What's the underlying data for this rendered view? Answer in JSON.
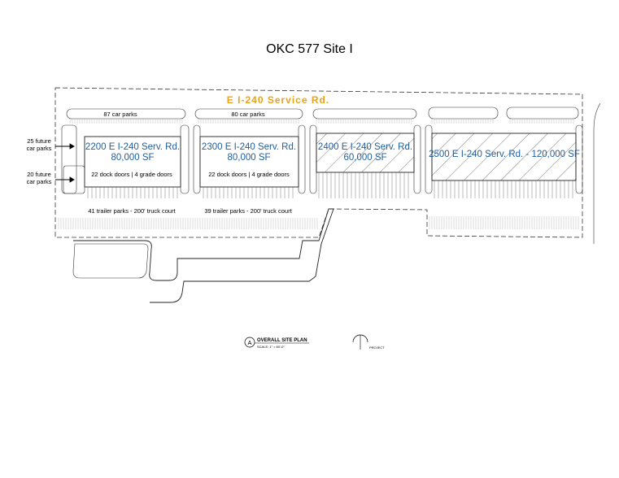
{
  "title": "OKC 577 Site I",
  "road": {
    "name": "E I-240 Service Rd."
  },
  "buildings": [
    {
      "address": "2200 E I-240 Serv. Rd.",
      "area": "80,000 SF",
      "doors": "22 dock doors | 4 grade doors"
    },
    {
      "address": "2300 E I-240 Serv. Rd.",
      "area": "80,000 SF",
      "doors": "22 dock doors | 4 grade doors"
    },
    {
      "address": "2400 E I-240 Serv. Rd.",
      "area": "60,000 SF"
    },
    {
      "address": "2500 E I-240 Serv. Rd. - 120,000 SF"
    }
  ],
  "annotations": {
    "car_parks_1": "87 car parks",
    "car_parks_2": "80 car parks",
    "future_1_line1": "25 future",
    "future_1_line2": "car parks",
    "future_2_line1": "20 future",
    "future_2_line2": "car parks",
    "trailer_1": "41 trailer parks - 200' truck court",
    "trailer_2": "39 trailer parks - 200' truck court"
  },
  "legend": {
    "marker": "A",
    "title": "OVERALL SITE PLAN",
    "scale": "SCALE: 1\" = 80'-0\"",
    "north": "PROJECT"
  }
}
